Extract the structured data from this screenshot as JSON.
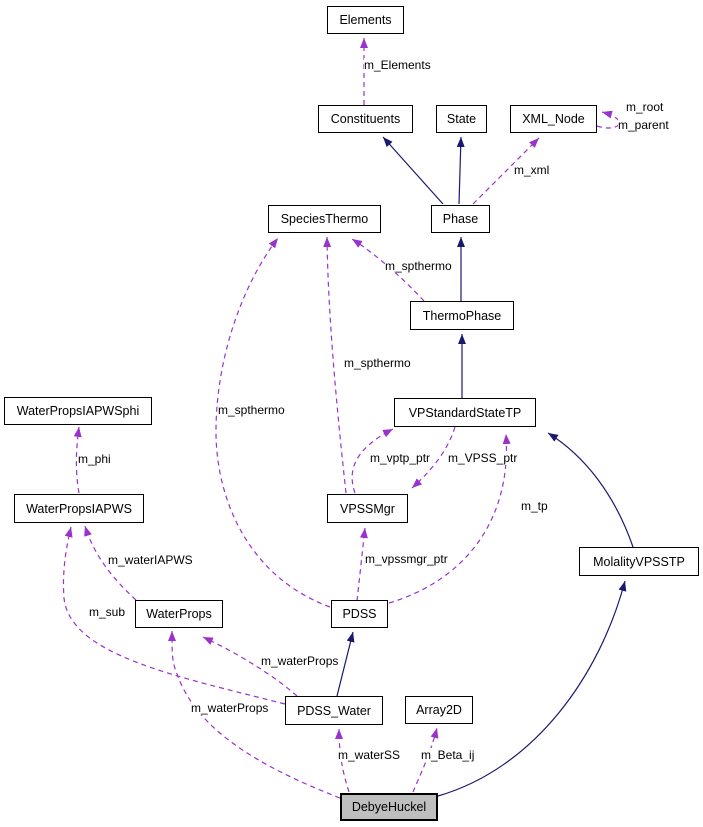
{
  "diagram": {
    "type": "doxygen-collaboration-graph",
    "nodes": {
      "elements": "Elements",
      "constituents": "Constituents",
      "state": "State",
      "xml_node": "XML_Node",
      "species_thermo": "SpeciesThermo",
      "phase": "Phase",
      "thermo_phase": "ThermoPhase",
      "vp_standard_state_tp": "VPStandardStateTP",
      "water_props_iapws_phi": "WaterPropsIAPWSphi",
      "water_props_iapws": "WaterPropsIAPWS",
      "vpss_mgr": "VPSSMgr",
      "molality_vpsstp": "MolalityVPSSTP",
      "water_props": "WaterProps",
      "pdss": "PDSS",
      "pdss_water": "PDSS_Water",
      "array2d": "Array2D",
      "debye_huckel": "DebyeHuckel"
    },
    "edge_labels": {
      "m_elements": "m_Elements",
      "m_root": "m_root",
      "m_parent": "m_parent",
      "m_xml": "m_xml",
      "m_spthermo_thermo_phase": "m_spthermo",
      "m_spthermo_vpss_mgr": "m_spthermo",
      "m_spthermo_pdss": "m_spthermo",
      "m_phi": "m_phi",
      "m_vptp_ptr": "m_vptp_ptr",
      "m_vpss_ptr": "m_VPSS_ptr",
      "m_tp": "m_tp",
      "m_vpssmgr_ptr": "m_vpssmgr_ptr",
      "m_water_iapws": "m_waterIAPWS",
      "m_sub": "m_sub",
      "m_water_props_pdss_water": "m_waterProps",
      "m_water_props_debye_huckel": "m_waterProps",
      "m_water_ss": "m_waterSS",
      "m_beta_ij": "m_Beta_ij"
    },
    "edges": [
      {
        "from": "Phase",
        "to": "Constituents",
        "type": "inheritance",
        "label": null
      },
      {
        "from": "Phase",
        "to": "State",
        "type": "inheritance",
        "label": null
      },
      {
        "from": "ThermoPhase",
        "to": "Phase",
        "type": "inheritance",
        "label": null
      },
      {
        "from": "VPStandardStateTP",
        "to": "ThermoPhase",
        "type": "inheritance",
        "label": null
      },
      {
        "from": "MolalityVPSSTP",
        "to": "VPStandardStateTP",
        "type": "inheritance",
        "label": null
      },
      {
        "from": "PDSS_Water",
        "to": "PDSS",
        "type": "inheritance",
        "label": null
      },
      {
        "from": "DebyeHuckel",
        "to": "MolalityVPSSTP",
        "type": "inheritance",
        "label": null
      },
      {
        "from": "Constituents",
        "to": "Elements",
        "type": "usage",
        "label": "m_Elements"
      },
      {
        "from": "Phase",
        "to": "XML_Node",
        "type": "usage",
        "label": "m_xml"
      },
      {
        "from": "XML_Node",
        "to": "XML_Node",
        "type": "usage",
        "label": "m_root"
      },
      {
        "from": "XML_Node",
        "to": "XML_Node",
        "type": "usage",
        "label": "m_parent"
      },
      {
        "from": "ThermoPhase",
        "to": "SpeciesThermo",
        "type": "usage",
        "label": "m_spthermo"
      },
      {
        "from": "VPSSMgr",
        "to": "SpeciesThermo",
        "type": "usage",
        "label": "m_spthermo"
      },
      {
        "from": "PDSS",
        "to": "SpeciesThermo",
        "type": "usage",
        "label": "m_spthermo"
      },
      {
        "from": "VPSSMgr",
        "to": "VPStandardStateTP",
        "type": "usage",
        "label": "m_vptp_ptr"
      },
      {
        "from": "VPStandardStateTP",
        "to": "VPSSMgr",
        "type": "usage",
        "label": "m_VPSS_ptr"
      },
      {
        "from": "PDSS",
        "to": "VPStandardStateTP",
        "type": "usage",
        "label": "m_tp"
      },
      {
        "from": "PDSS",
        "to": "VPSSMgr",
        "type": "usage",
        "label": "m_vpssmgr_ptr"
      },
      {
        "from": "WaterPropsIAPWS",
        "to": "WaterPropsIAPWSphi",
        "type": "usage",
        "label": "m_phi"
      },
      {
        "from": "WaterProps",
        "to": "WaterPropsIAPWS",
        "type": "usage",
        "label": "m_waterIAPWS"
      },
      {
        "from": "PDSS_Water",
        "to": "WaterPropsIAPWS",
        "type": "usage",
        "label": "m_sub"
      },
      {
        "from": "PDSS_Water",
        "to": "WaterProps",
        "type": "usage",
        "label": "m_waterProps"
      },
      {
        "from": "DebyeHuckel",
        "to": "WaterProps",
        "type": "usage",
        "label": "m_waterProps"
      },
      {
        "from": "DebyeHuckel",
        "to": "PDSS_Water",
        "type": "usage",
        "label": "m_waterSS"
      },
      {
        "from": "DebyeHuckel",
        "to": "Array2D",
        "type": "usage",
        "label": "m_Beta_ij"
      }
    ],
    "colors": {
      "inheritance_edge": "#191970",
      "usage_edge": "#9a32cd",
      "node_border": "#000000",
      "node_fill": "#ffffff",
      "current_node_fill": "#bfbfbf",
      "text": "#000000",
      "background": "#ffffff"
    }
  }
}
